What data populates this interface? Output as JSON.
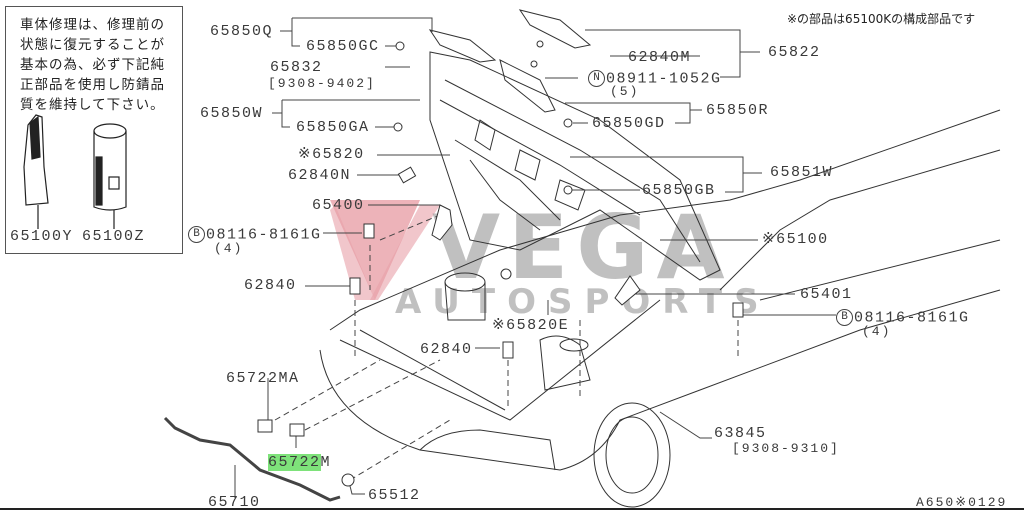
{
  "note_box": {
    "text": "車体修理は、修理前の状態に復元することが基本の為、必ず下記純正部品を使用し防錆品質を維持して下さい。",
    "items": [
      {
        "part": "65100Y",
        "icon": "sealant-tube-icon"
      },
      {
        "part": "65100Z",
        "icon": "spray-can-icon"
      }
    ]
  },
  "header_note": "※の部品は65100Kの構成部品です",
  "watermark": {
    "brand": "VEGA",
    "sub": "AUTOSPORTS",
    "accent": "#e8a0a8"
  },
  "labels": {
    "p65850Q": "65850Q",
    "p65850GC": "65850GC",
    "p65832": "65832",
    "p65832_range": "[9308-9402]",
    "p65850W": "65850W",
    "p65850GA": "65850GA",
    "p65820": "※65820",
    "p62840N": "62840N",
    "p65400": "65400",
    "bolt_left": "08116-8161G",
    "bolt_left_qty": "(4)",
    "bolt_left_prefix": "B",
    "p62840_left": "62840",
    "p62840M": "62840M",
    "nut": "08911-1052G",
    "nut_qty": "(5)",
    "nut_prefix": "N",
    "p65822": "65822",
    "p65850R": "65850R",
    "p65850GD": "65850GD",
    "p65851W": "65851W",
    "p65850GB": "65850GB",
    "p65100": "※65100",
    "p65401": "65401",
    "bolt_right": "08116-8161G",
    "bolt_right_qty": "(4)",
    "bolt_right_prefix": "B",
    "p65820E": "※65820E",
    "p62840_mid": "62840",
    "p65722MA": "65722MA",
    "p65722M_hl": "65722",
    "p65722M_suffix": "M",
    "p65710": "65710",
    "p65512": "65512",
    "p63845": "63845",
    "p63845_range": "[9308-9310]"
  },
  "highlight_color": "#7ee27a",
  "footer_code": "A650※0129"
}
